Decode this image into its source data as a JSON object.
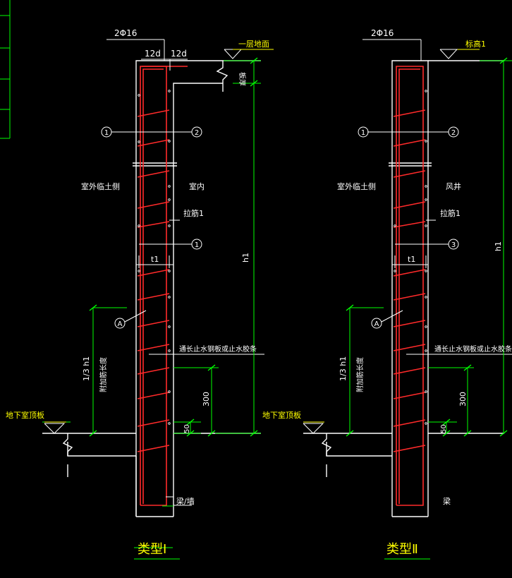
{
  "colors": {
    "background": "#000000",
    "wall": "#ffffff",
    "rebar": "#ff2a2a",
    "dim": "#00ff00",
    "annotation": "#ffff00",
    "text": "#ffffff"
  },
  "type1": {
    "top_rebar": "2Φ16",
    "lap_left": "12d",
    "lap_right": "12d",
    "ground_label": "一层地面",
    "callout_1": "1",
    "callout_2": "2",
    "callout_3": "1",
    "callout_a": "A",
    "outside_label": "室外临土侧",
    "inside_label": "室内",
    "tie_label": "拉筋1",
    "thickness": "t1",
    "dim_h1": "h1",
    "dim_third_h1": "1/3 h1",
    "anchor_label": "附加筋长度",
    "waterstop_label": "通长止水钢板或止水胶条",
    "dim_300": "300",
    "dim_50": "50",
    "roof_label": "地下室顶板",
    "base_label": "梁/墙",
    "caption": "类型Ⅰ",
    "slab_label": "板厚"
  },
  "type2": {
    "top_rebar": "2Φ16",
    "elevation_label": "标高1",
    "callout_1": "1",
    "callout_2": "2",
    "callout_3": "3",
    "callout_a": "A",
    "outside_label": "室外临土侧",
    "inside_label": "风井",
    "tie_label": "拉筋1",
    "thickness": "t1",
    "dim_h1": "h1",
    "dim_third_h1": "1/3 h1",
    "anchor_label": "附加筋长度",
    "waterstop_label": "通长止水钢板或止水胶条",
    "dim_300": "300",
    "dim_50": "50",
    "roof_label": "地下室顶板",
    "base_label": "梁",
    "caption": "类型Ⅱ"
  }
}
